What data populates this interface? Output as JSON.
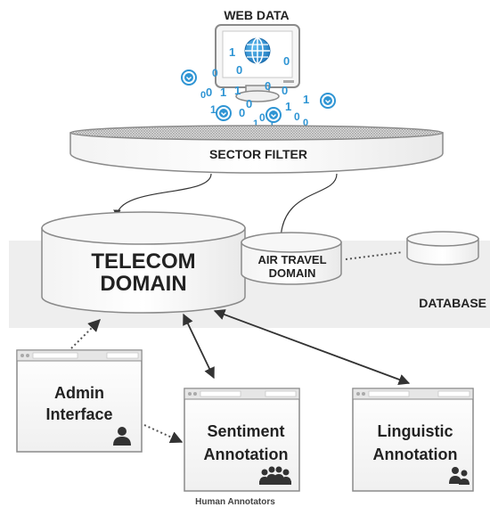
{
  "web_data": {
    "title": "WEB DATA",
    "binary_digits": [
      "1",
      "0",
      "0",
      "0",
      "0",
      "1",
      "1",
      "0",
      "0",
      "1",
      "0",
      "1",
      "1",
      "0",
      "0",
      "0",
      "1",
      "0",
      "1",
      "0"
    ]
  },
  "filter": {
    "label": "SECTOR FILTER"
  },
  "database": {
    "label": "DATABASE",
    "telecom": {
      "line1": "TELECOM",
      "line2": "DOMAIN"
    },
    "air_travel": {
      "line1": "AIR TRAVEL",
      "line2": "DOMAIN"
    }
  },
  "windows": {
    "admin": {
      "line1": "Admin",
      "line2": "Interface",
      "icon": "person-icon"
    },
    "sentiment": {
      "line1": "Sentiment",
      "line2": "Annotation",
      "icon": "group-icon"
    },
    "linguistic": {
      "line1": "Linguistic",
      "line2": "Annotation",
      "icon": "pair-icon"
    }
  },
  "caption": "Human Annotators",
  "colors": {
    "accent_blue": "#2f95d4",
    "box_stroke": "#8a8a8a",
    "text_dark": "#222222",
    "band": "#eeeeee"
  }
}
